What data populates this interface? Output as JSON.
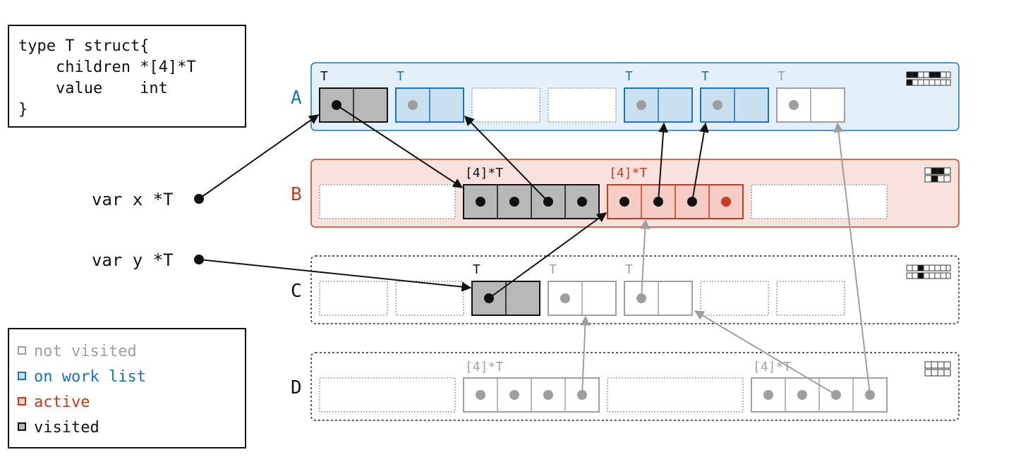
{
  "code": {
    "lines": [
      "type T struct{",
      "    children *[4]*T",
      "    value    int",
      "}"
    ]
  },
  "vars": {
    "x": "var x *T",
    "y": "var y *T"
  },
  "rows": {
    "A": {
      "label": "A",
      "type_labels": [
        "T",
        "T",
        "T",
        "T",
        "T"
      ]
    },
    "B": {
      "label": "B",
      "type_labels": [
        "[4]*T",
        "[4]*T"
      ]
    },
    "C": {
      "label": "C",
      "type_labels": [
        "T",
        "T",
        "T"
      ]
    },
    "D": {
      "label": "D",
      "type_labels": [
        "[4]*T",
        "[4]*T"
      ]
    }
  },
  "legend": {
    "items": [
      {
        "label": "not visited",
        "color": "#9e9e9e"
      },
      {
        "label": "on work list",
        "color": "#1a73b5"
      },
      {
        "label": "active",
        "color": "#c63c20"
      },
      {
        "label": "visited",
        "color": "#222222"
      }
    ]
  },
  "colors": {
    "blue": "#1a73b5",
    "blue_fill": "#c9e0f1",
    "blue_bg": "#e3f0f9",
    "red": "#c63c20",
    "red_fill": "#f5cdc4",
    "red_bg": "#f9e2dd",
    "gray": "#a0a0a0",
    "black": "#222222",
    "visited_fill": "#b8b8b8"
  }
}
